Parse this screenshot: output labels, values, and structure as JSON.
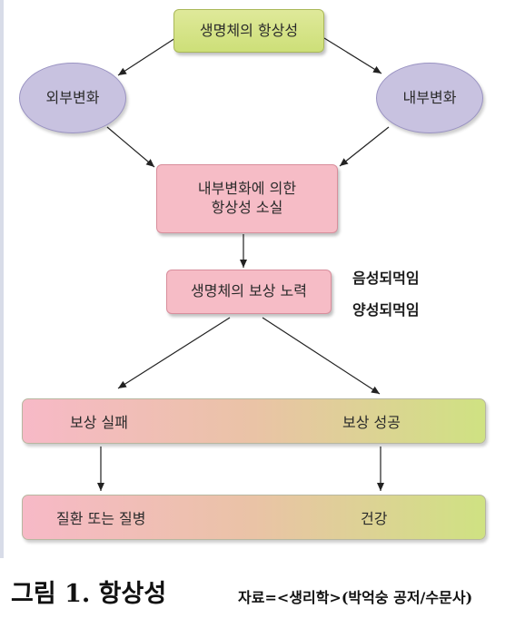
{
  "diagram": {
    "top_node": "생명체의 항상성",
    "external_change": "외부변화",
    "internal_change": "내부변화",
    "loss_node": "내부변화에 의한\n항상성 소실",
    "effort_node": "생명체의 보상 노력",
    "feedback_labels": [
      "음성되먹임",
      "양성되먹임"
    ],
    "compensation_bar": {
      "left": "보상 실패",
      "right": "보상 성공"
    },
    "outcome_bar": {
      "left": "질환 또는 질병",
      "right": "건강"
    }
  },
  "caption": {
    "title": "그림 1. 항상성",
    "source": "자료=<생리학>(박억숭 공저/수문사)"
  }
}
